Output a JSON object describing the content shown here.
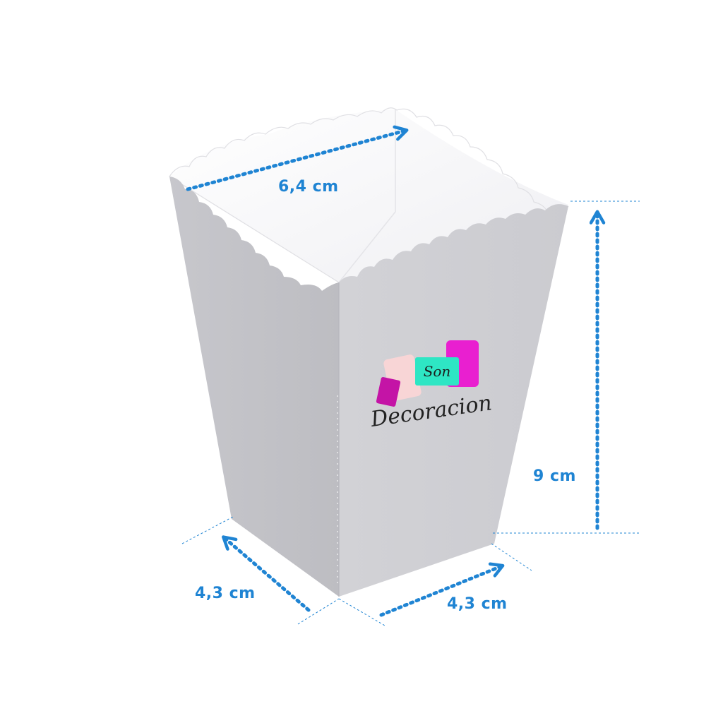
{
  "dimensions": {
    "top_width": "6,4 cm",
    "height": "9 cm",
    "base_left": "4,3 cm",
    "base_right": "4,3 cm"
  },
  "logo": {
    "line1": "Son",
    "line2": "Decoracion"
  },
  "colors": {
    "arrow": "#1f84d3",
    "box_front": "#cfcfd3",
    "box_side": "#c3c3c8",
    "box_inner": "#f7f7f9",
    "logo_teal": "#2ee6c4",
    "logo_magenta": "#e91fd0",
    "logo_purple": "#c414a6",
    "logo_pink": "#f8d5d6"
  }
}
